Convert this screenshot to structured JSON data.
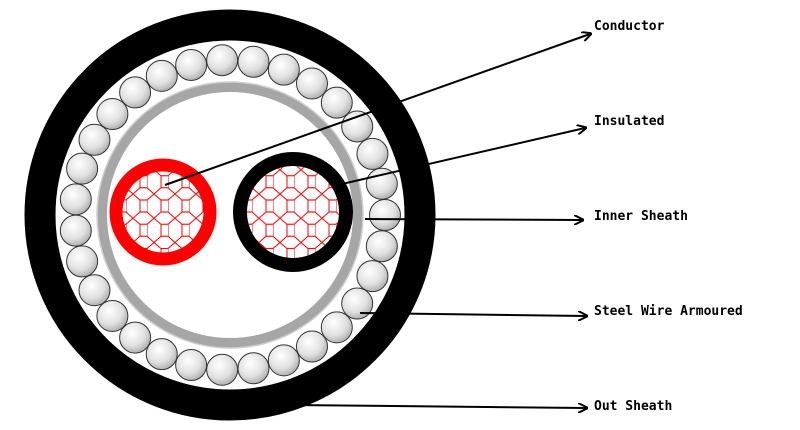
{
  "title": "Steel wire armoured cable cross-section",
  "labels": {
    "conductor": "Conductor",
    "insulated": "Insulated",
    "inner_sheath": "Inner Sheath",
    "steel_wire_armoured": "Steel Wire Armoured",
    "out_sheath": "Out Sheath"
  },
  "colors": {
    "out_sheath": "#000000",
    "inner_sheath": "#a6a6a6",
    "insulation_red": "#ff0000",
    "insulation_black": "#000000",
    "conductor_mesh": "#ff0000",
    "armour_wire": "#d9d9d9"
  },
  "armour_wire_count": 31
}
